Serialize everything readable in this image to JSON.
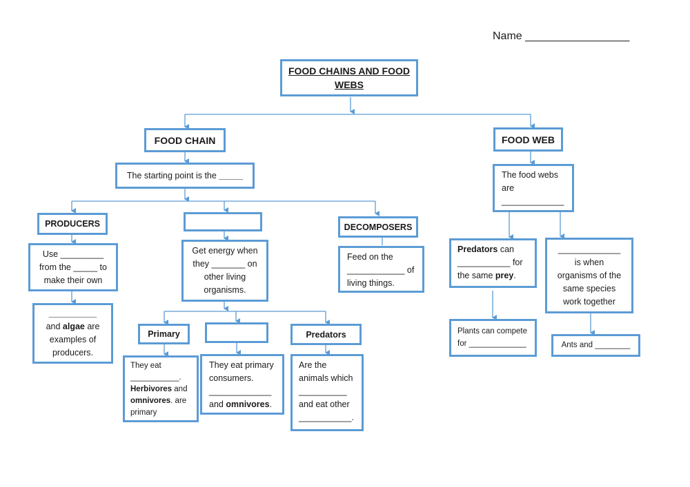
{
  "name_label": "Name _________________",
  "title": {
    "line1": "FOOD CHAINS AND FOOD",
    "line2": "WEBS"
  },
  "food_chain": {
    "header": "FOOD CHAIN",
    "start_prefix": "The starting point is the ",
    "start_blank": "_____",
    "producers": {
      "header": "PRODUCERS",
      "use_l1": "Use _________",
      "use_l2": "from the _____ to",
      "use_l3": "make their own",
      "ex_blank": "__________",
      "ex_pre": "and ",
      "ex_algae": "algae",
      "ex_post": " are",
      "ex_l3": "examples of",
      "ex_l4": "producers."
    },
    "consumers": {
      "l1": "Get energy when",
      "l2": "they _______ on",
      "l3": "other living",
      "l4": "organisms.",
      "primary": {
        "header": "Primary",
        "l1": "They eat",
        "l2": "___________.",
        "herb": "Herbivores",
        "and": " and",
        "omni": "omnivores",
        "l4": ". are",
        "l5": "primary"
      },
      "secondary": {
        "l1": "They eat primary",
        "l2": "consumers.",
        "l3": "_____________",
        "and": "and ",
        "omni": "omnivores",
        "dot": "."
      },
      "predators": {
        "header": "Predators",
        "l1": "Are the",
        "l2": "animals which",
        "l3": "__________",
        "l4": "and eat other",
        "l5": "___________."
      }
    },
    "decomposers": {
      "header": "DECOMPOSERS",
      "l1": "Feed on the",
      "l2": "____________ of",
      "l3": "living things."
    }
  },
  "food_web": {
    "header": "FOOD WEB",
    "l1": "The food webs",
    "l2": "are",
    "l3": "_____________",
    "predators": {
      "bold1": "Predators",
      "rest1": " can",
      "l2": "___________ for",
      "pre3": "the same ",
      "bold3": "prey",
      "post3": "."
    },
    "compete": {
      "l1": "Plants can compete",
      "l2": "for _____________"
    },
    "coop": {
      "l1": "_____________",
      "l2": "is when",
      "l3": "organisms of the",
      "l4": "same species",
      "l5": "work together"
    },
    "ants": "Ants and ________"
  }
}
